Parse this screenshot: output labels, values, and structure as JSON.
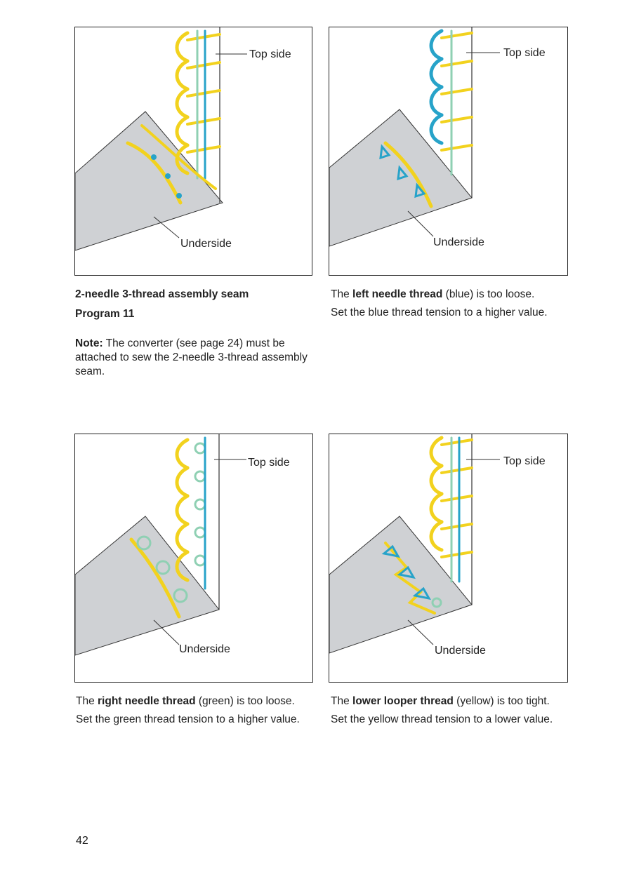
{
  "labels": {
    "top_side": "Top side",
    "underside": "Underside"
  },
  "panel_a": {
    "heading_line1": "2-needle 3-thread assembly seam",
    "heading_line2": "Program 11",
    "note_label": "Note:",
    "note_text": " The converter (see page 24) must be attached to sew the 2-needle 3-thread assembly seam."
  },
  "panel_b": {
    "line1_pre": "The ",
    "line1_bold": "left needle thread",
    "line1_post": " (blue) is too loose.",
    "line2": "Set the blue thread tension to a higher value."
  },
  "panel_c": {
    "line1_pre": "The ",
    "line1_bold": "right needle thread",
    "line1_post": " (green) is too loose.",
    "line2": "Set the green thread tension to a higher value."
  },
  "panel_d": {
    "line1_pre": "The ",
    "line1_bold": "lower looper thread",
    "line1_post": " (yellow) is too tight.",
    "line2": "Set the yellow thread tension to a lower value."
  },
  "page_number": "42",
  "colors": {
    "yellow": "#f2d21e",
    "blue": "#27a3c9",
    "green": "#8fd0b3",
    "fabric": "#cfd1d4"
  }
}
